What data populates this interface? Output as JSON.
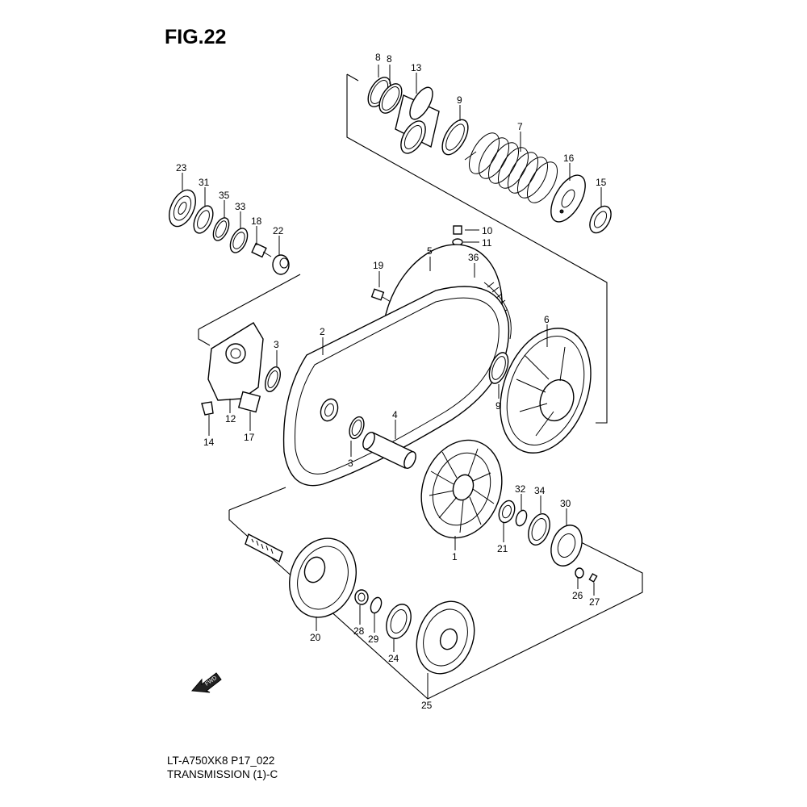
{
  "figure": {
    "title": "FIG.22",
    "model_code": "LT-A750XK8 P17_022",
    "section_name": "TRANSMISSION (1)-C",
    "direction_marker": "FWD"
  },
  "callouts": [
    {
      "id": "8a",
      "number": "8"
    },
    {
      "id": "8b",
      "number": "8"
    },
    {
      "id": "13",
      "number": "13"
    },
    {
      "id": "9a",
      "number": "9"
    },
    {
      "id": "7",
      "number": "7"
    },
    {
      "id": "16",
      "number": "16"
    },
    {
      "id": "15",
      "number": "15"
    },
    {
      "id": "23",
      "number": "23"
    },
    {
      "id": "31",
      "number": "31"
    },
    {
      "id": "35",
      "number": "35"
    },
    {
      "id": "33",
      "number": "33"
    },
    {
      "id": "18",
      "number": "18"
    },
    {
      "id": "22",
      "number": "22"
    },
    {
      "id": "10",
      "number": "10"
    },
    {
      "id": "11",
      "number": "11"
    },
    {
      "id": "19",
      "number": "19"
    },
    {
      "id": "5",
      "number": "5"
    },
    {
      "id": "36",
      "number": "36"
    },
    {
      "id": "2",
      "number": "2"
    },
    {
      "id": "3a",
      "number": "3"
    },
    {
      "id": "6",
      "number": "6"
    },
    {
      "id": "9b",
      "number": "9"
    },
    {
      "id": "4",
      "number": "4"
    },
    {
      "id": "3b",
      "number": "3"
    },
    {
      "id": "12",
      "number": "12"
    },
    {
      "id": "17",
      "number": "17"
    },
    {
      "id": "14",
      "number": "14"
    },
    {
      "id": "32",
      "number": "32"
    },
    {
      "id": "34",
      "number": "34"
    },
    {
      "id": "30",
      "number": "30"
    },
    {
      "id": "21",
      "number": "21"
    },
    {
      "id": "1",
      "number": "1"
    },
    {
      "id": "26",
      "number": "26"
    },
    {
      "id": "27",
      "number": "27"
    },
    {
      "id": "28",
      "number": "28"
    },
    {
      "id": "29",
      "number": "29"
    },
    {
      "id": "20",
      "number": "20"
    },
    {
      "id": "24",
      "number": "24"
    },
    {
      "id": "25",
      "number": "25"
    }
  ]
}
